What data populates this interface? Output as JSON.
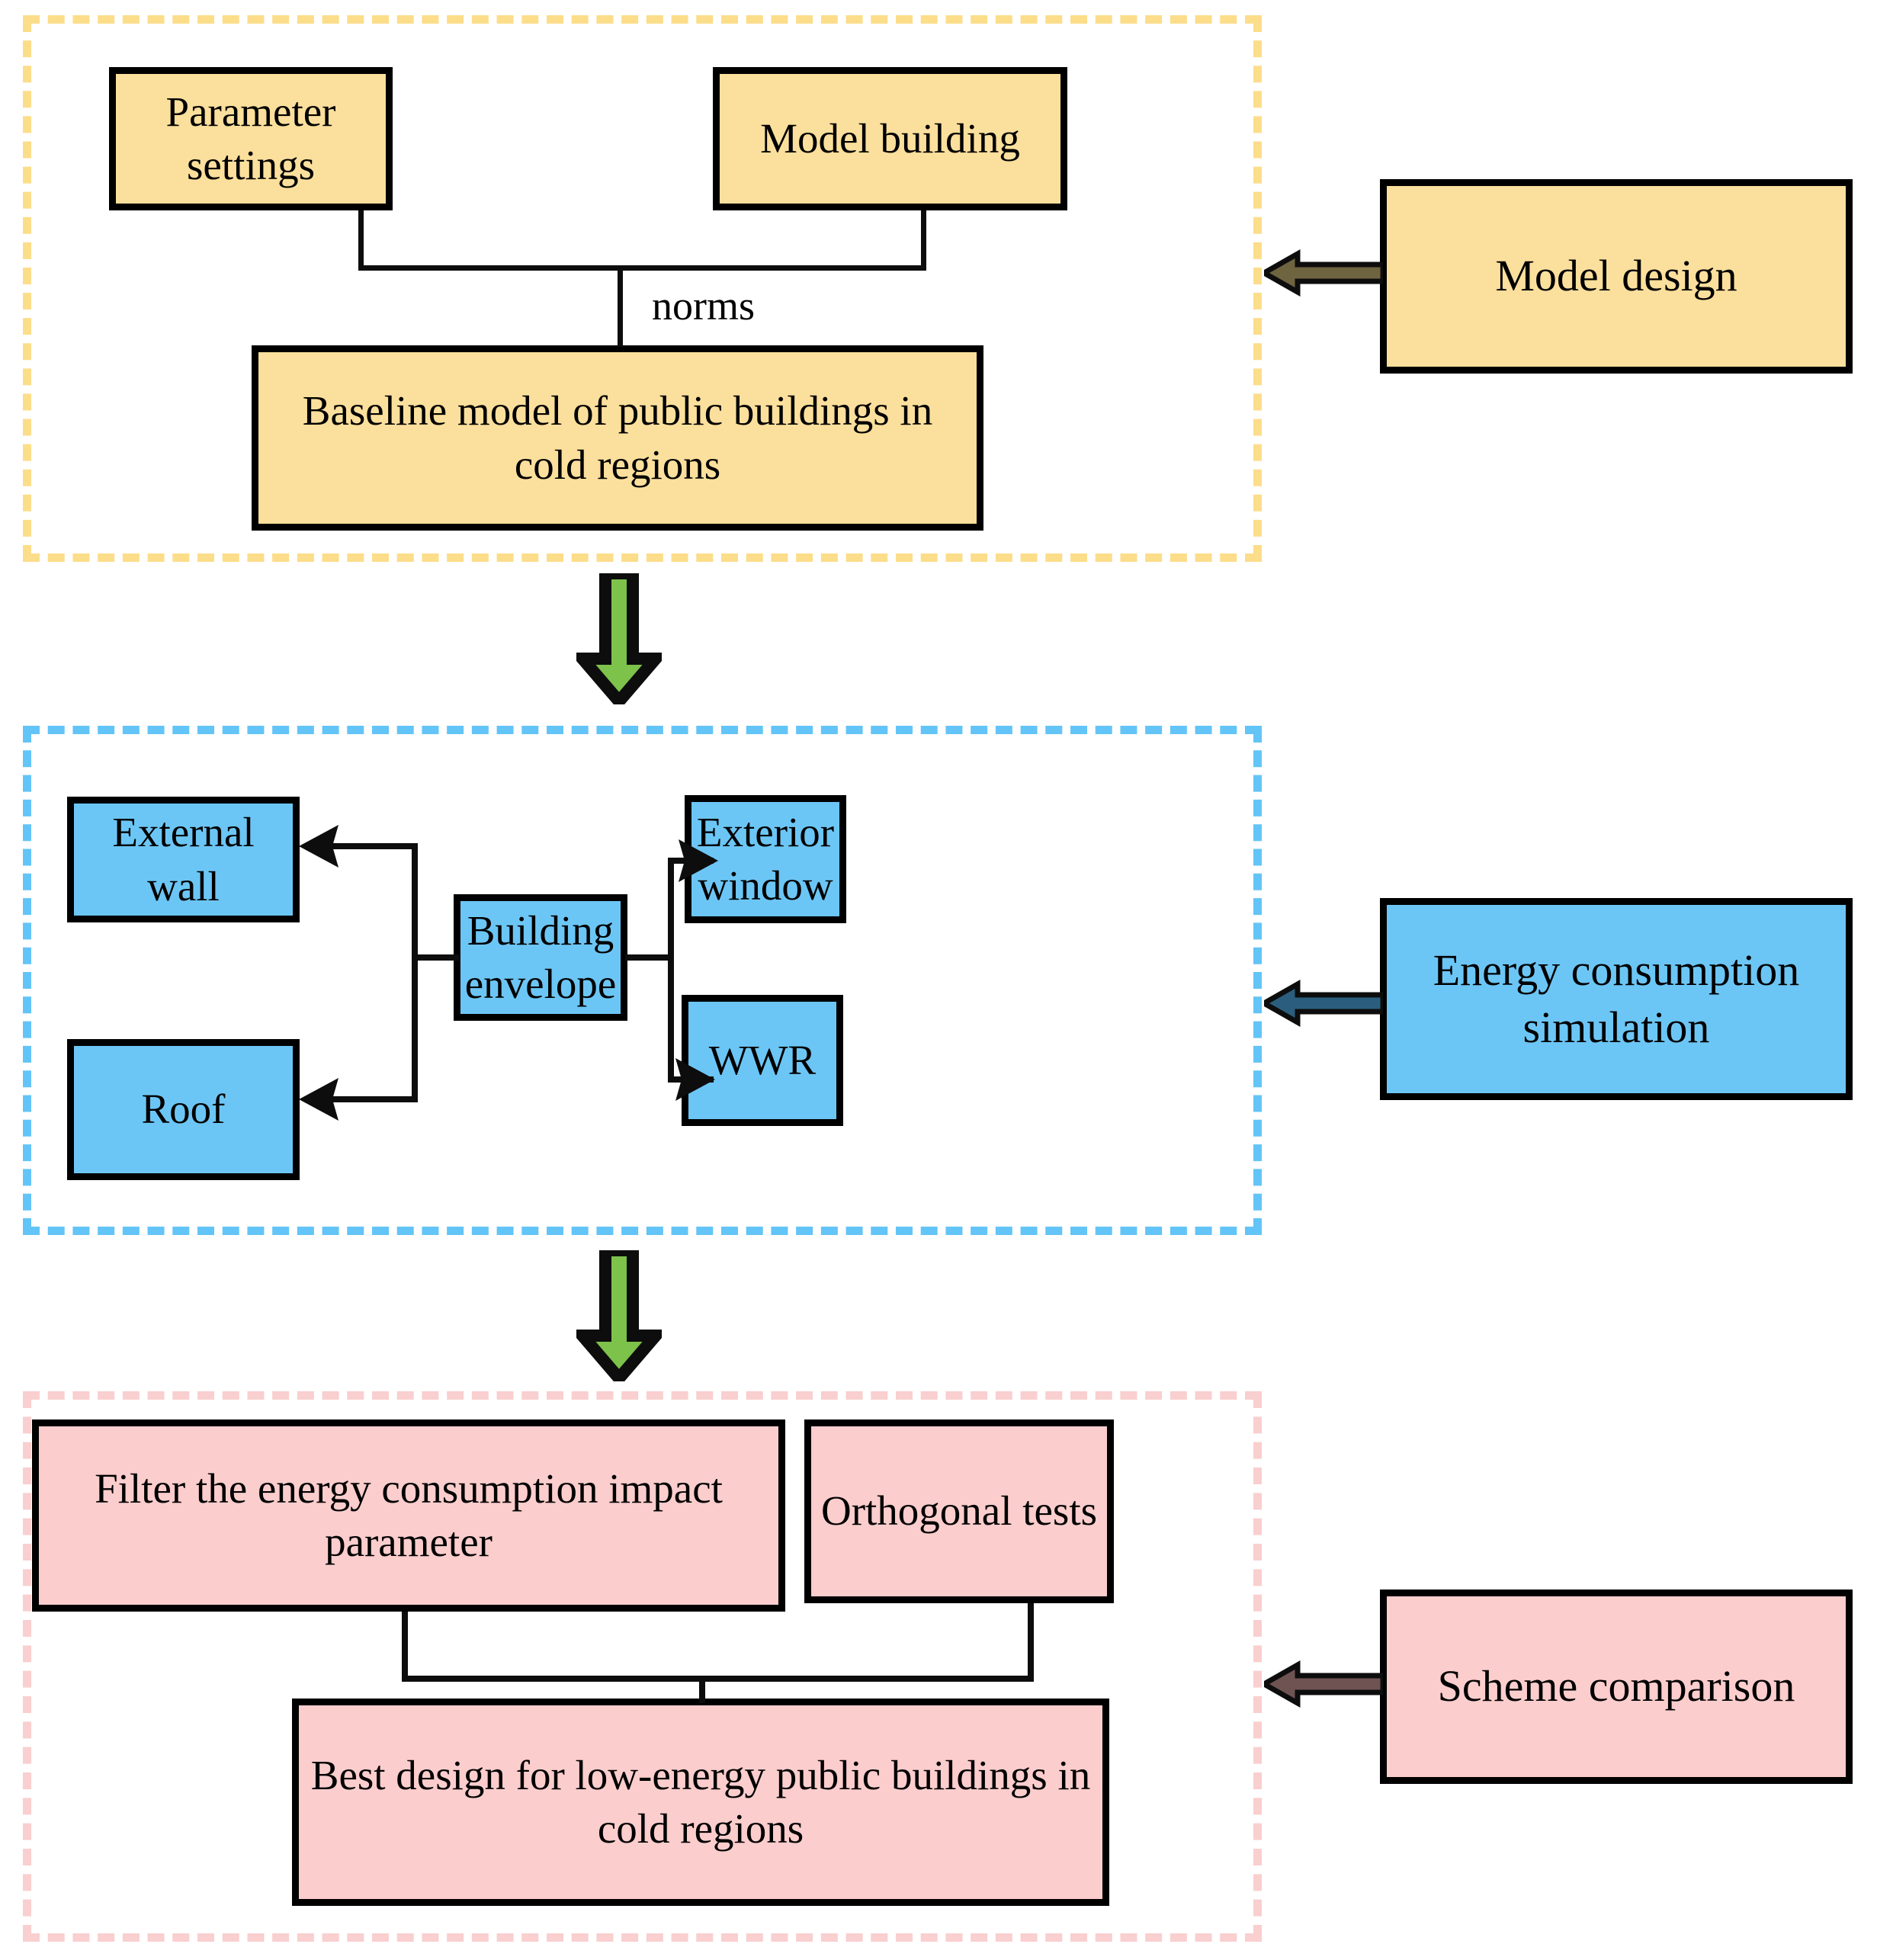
{
  "diagram": {
    "title": "Research framework flowchart for low-energy public building design in cold regions",
    "colors": {
      "stage1_fill": "#fbdf9c",
      "stage1_frame": "#fcdd8a",
      "stage2_fill": "#6cc6f5",
      "stage2_frame": "#63c4f7",
      "stage3_fill": "#fbcdcd",
      "stage3_frame": "#f9cfcf",
      "stage_arrow_fill": "#7dc24b",
      "outline": "#000000",
      "arrow1_fill": "#6f6440",
      "arrow2_fill": "#2b5e7e",
      "arrow3_fill": "#6f5353"
    },
    "stages": [
      {
        "id": "model-design",
        "side_label": "Model design",
        "nodes": [
          {
            "id": "parameter-settings",
            "label": "Parameter settings"
          },
          {
            "id": "model-building",
            "label": "Model building"
          },
          {
            "id": "baseline-model",
            "label": "Baseline model of public buildings in cold regions"
          }
        ],
        "edge_labels": [
          {
            "id": "norms",
            "label": "norms"
          }
        ]
      },
      {
        "id": "energy-consumption-simulation",
        "side_label": "Energy consumption simulation",
        "nodes": [
          {
            "id": "external-wall",
            "label": "External wall"
          },
          {
            "id": "roof",
            "label": "Roof"
          },
          {
            "id": "building-envelope",
            "label": "Building envelope"
          },
          {
            "id": "exterior-window",
            "label": "Exterior window"
          },
          {
            "id": "wwr",
            "label": "WWR"
          }
        ],
        "edge_labels": []
      },
      {
        "id": "scheme-comparison",
        "side_label": "Scheme comparison",
        "nodes": [
          {
            "id": "filter-parameter",
            "label": "Filter the energy consumption impact parameter"
          },
          {
            "id": "orthogonal-tests",
            "label": "Orthogonal tests"
          },
          {
            "id": "best-design",
            "label": "Best design for low-energy public buildings in cold regions"
          }
        ],
        "edge_labels": []
      }
    ]
  }
}
